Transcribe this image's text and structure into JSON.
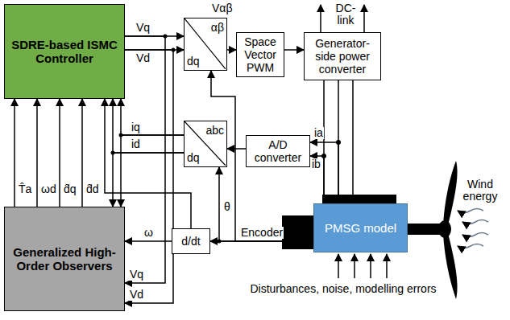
{
  "diagram": {
    "nodes": [
      {
        "text": [
          "SDRE-based ISMC Controller"
        ]
      },
      {
        "text": [
          "αβ",
          "dq"
        ]
      },
      {
        "text": [
          "Space Vector PWM"
        ]
      },
      {
        "text": [
          "Generator-side power converter"
        ]
      },
      {
        "text": [
          "abc",
          "dq"
        ]
      },
      {
        "text": [
          "A/D converter"
        ]
      },
      {
        "text": [
          "Generalized High-Order Observers"
        ]
      },
      {
        "text": [
          "d/dt"
        ]
      },
      {
        "text": [
          "PMSG model"
        ]
      }
    ],
    "edges": [
      {
        "from": 0,
        "to": 1,
        "arrow": "to",
        "label": "Vq"
      },
      {
        "from": 0,
        "to": 1,
        "arrow": "to",
        "label": "Vd"
      },
      {
        "from": 0,
        "to": 6,
        "arrow": "to",
        "label": "Vq"
      },
      {
        "from": 0,
        "to": 6,
        "arrow": "to",
        "label": "Vd"
      },
      {
        "from": 1,
        "to": 2,
        "arrow": "to",
        "label": "Vαβ"
      },
      {
        "from": 2,
        "to": 3,
        "arrow": "to"
      },
      {
        "from": 3,
        "to": 8,
        "arrow": "none"
      },
      {
        "from": 8,
        "to": 5,
        "arrow": "to",
        "label": "ia"
      },
      {
        "from": 8,
        "to": 5,
        "arrow": "to",
        "label": "ib"
      },
      {
        "from": 5,
        "to": 4,
        "arrow": "to"
      },
      {
        "from": 4,
        "to": 0,
        "arrow": "to",
        "label": "iq"
      },
      {
        "from": 4,
        "to": 0,
        "arrow": "to",
        "label": "id"
      },
      {
        "from": 4,
        "to": 6,
        "arrow": "to"
      },
      {
        "from": 4,
        "to": 6,
        "arrow": "to"
      },
      {
        "from": 8,
        "to": 7,
        "arrow": "to",
        "label": "Encoder"
      },
      {
        "from": 8,
        "to": 4,
        "arrow": "to",
        "label": "θ"
      },
      {
        "from": 8,
        "to": 1,
        "arrow": "to"
      },
      {
        "from": 7,
        "to": 6,
        "arrow": "to",
        "label": "ω"
      },
      {
        "from": 7,
        "to": 0,
        "arrow": "to"
      },
      {
        "from": 6,
        "to": 0,
        "arrow": "to",
        "label": "T̂a"
      },
      {
        "from": 6,
        "to": 0,
        "arrow": "to",
        "label": "ωd"
      },
      {
        "from": 6,
        "to": 0,
        "arrow": "to",
        "label": "d̂q"
      },
      {
        "from": 6,
        "to": 0,
        "arrow": "to",
        "label": "d̂d"
      }
    ],
    "labels": [
      "DC-link",
      "Wind energy",
      "Disturbances, noise, modelling errors"
    ]
  }
}
